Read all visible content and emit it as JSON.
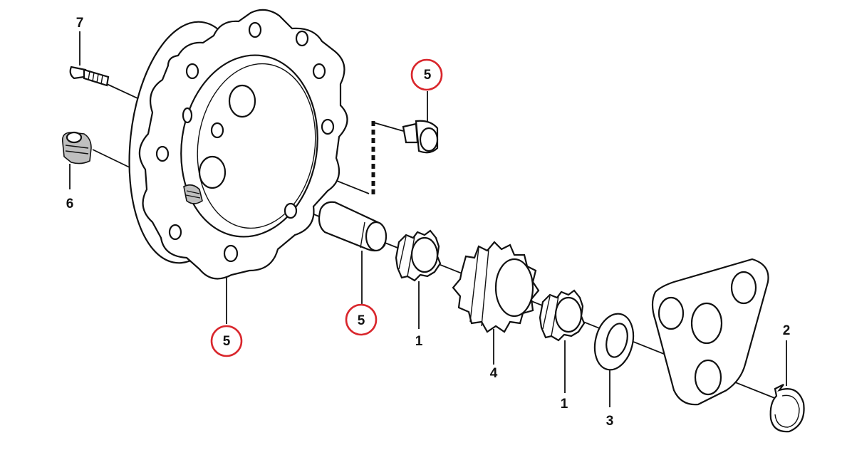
{
  "callouts": {
    "p7": "7",
    "p6": "6",
    "p5_top": "5",
    "p5_housing": "5",
    "p5_pin": "5",
    "p1_left": "1",
    "p4": "4",
    "p1_right": "1",
    "p3": "3",
    "p2": "2"
  },
  "highlight_color": "#d9262c",
  "line_color": "#111111"
}
